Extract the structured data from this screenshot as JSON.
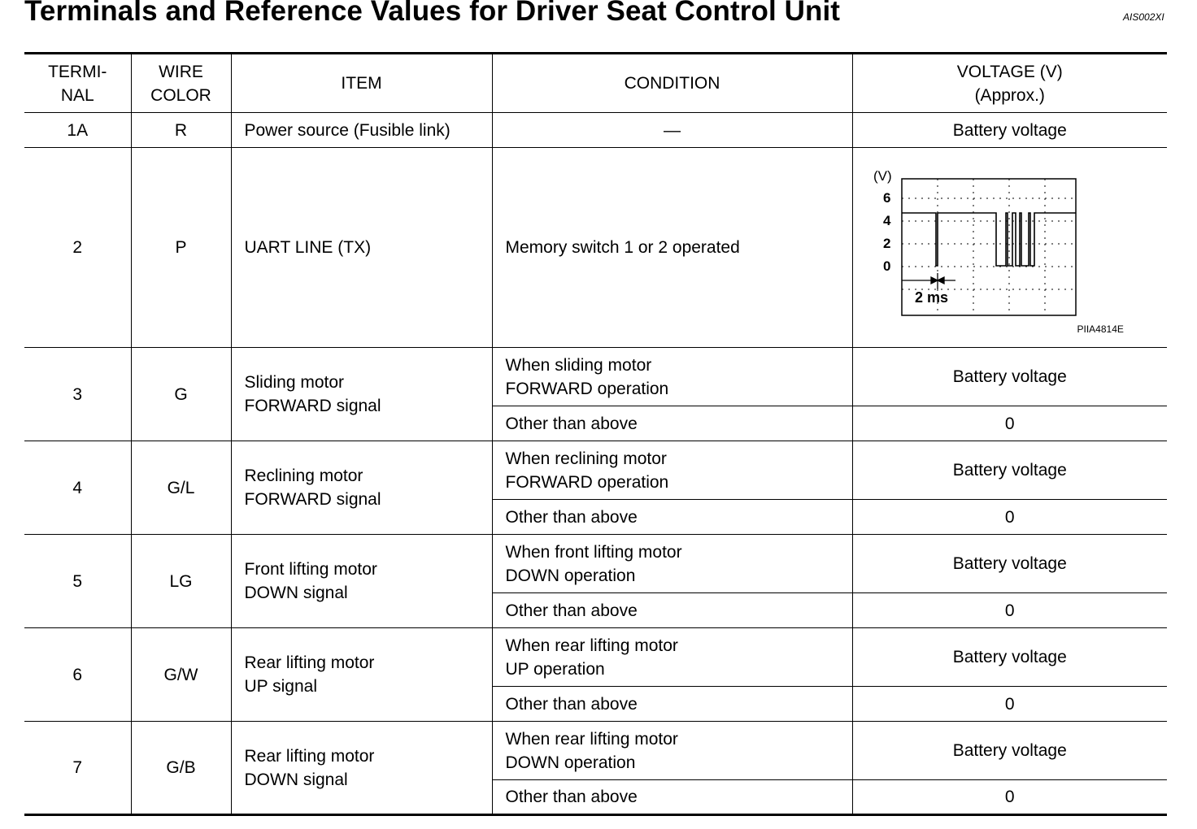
{
  "page": {
    "title": "Terminals and Reference Values for Driver Seat Control Unit",
    "doc_code": "AIS002XI"
  },
  "table": {
    "headers": {
      "terminal": "TERMI-\nNAL",
      "wire_color": "WIRE\nCOLOR",
      "item": "ITEM",
      "condition": "CONDITION",
      "voltage": "VOLTAGE (V)\n(Approx.)"
    },
    "row_1a": {
      "terminal": "1A",
      "wire_color": "R",
      "item": "Power source (Fusible link)",
      "condition": "—",
      "voltage": "Battery voltage"
    },
    "row_2": {
      "terminal": "2",
      "wire_color": "P",
      "item": "UART LINE (TX)",
      "condition": "Memory switch 1 or 2 operated",
      "waveform": {
        "y_unit": "(V)",
        "y_ticks": [
          "6",
          "4",
          "2",
          "0"
        ],
        "time_scale": "2 ms",
        "image_ref": "PIIA4814E"
      }
    },
    "rows": [
      {
        "terminal": "3",
        "wire_color": "G",
        "item": "Sliding motor\nFORWARD signal",
        "cond_1": "When sliding motor\nFORWARD operation",
        "volt_1": "Battery voltage",
        "cond_2": "Other than above",
        "volt_2": "0"
      },
      {
        "terminal": "4",
        "wire_color": "G/L",
        "item": "Reclining motor\nFORWARD signal",
        "cond_1": "When reclining motor\nFORWARD operation",
        "volt_1": "Battery voltage",
        "cond_2": "Other than above",
        "volt_2": "0"
      },
      {
        "terminal": "5",
        "wire_color": "LG",
        "item": "Front lifting motor\nDOWN signal",
        "cond_1": "When front lifting motor\nDOWN operation",
        "volt_1": "Battery voltage",
        "cond_2": "Other than above",
        "volt_2": "0"
      },
      {
        "terminal": "6",
        "wire_color": "G/W",
        "item": "Rear lifting motor\nUP signal",
        "cond_1": "When rear lifting motor\nUP operation",
        "volt_1": "Battery voltage",
        "cond_2": "Other than above",
        "volt_2": "0"
      },
      {
        "terminal": "7",
        "wire_color": "G/B",
        "item": "Rear lifting motor\nDOWN signal",
        "cond_1": "When rear lifting motor\nDOWN operation",
        "volt_1": "Battery voltage",
        "cond_2": "Other than above",
        "volt_2": "0"
      }
    ]
  }
}
